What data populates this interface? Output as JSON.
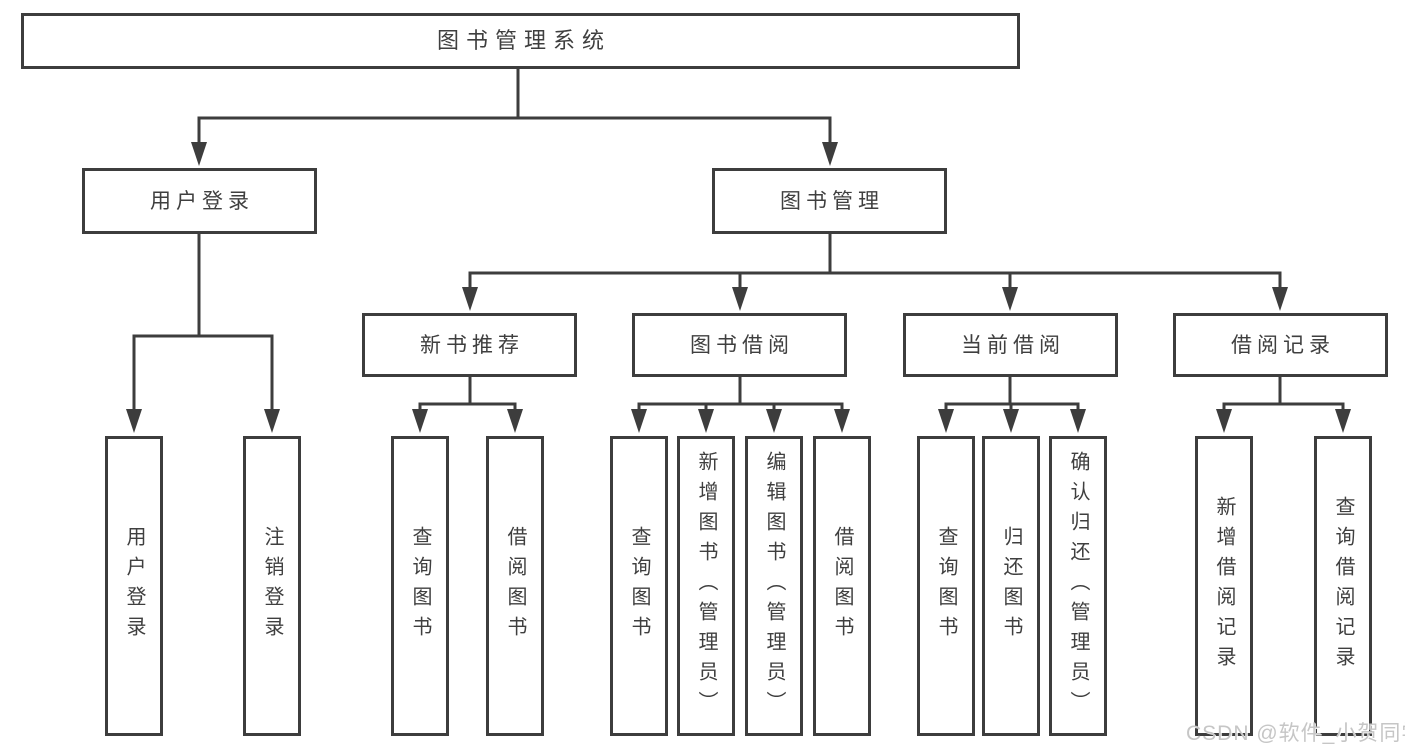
{
  "colors": {
    "line": "#3d3d3d",
    "text": "#3f3f3f",
    "background": "#ffffff",
    "watermark": "#c6c6c6"
  },
  "watermark": {
    "text": "CSDN @软件_小贺同学"
  },
  "tree": {
    "root": {
      "label": "图书管理系统"
    },
    "children": [
      {
        "label": "用户登录",
        "children": [
          {
            "label": "用户登录"
          },
          {
            "label": "注销登录"
          }
        ]
      },
      {
        "label": "图书管理",
        "children": [
          {
            "label": "新书推荐",
            "children": [
              {
                "label": "查询图书"
              },
              {
                "label": "借阅图书"
              }
            ]
          },
          {
            "label": "图书借阅",
            "children": [
              {
                "label": "查询图书"
              },
              {
                "label": "新增图书（管理员）"
              },
              {
                "label": "编辑图书（管理员）"
              },
              {
                "label": "借阅图书"
              }
            ]
          },
          {
            "label": "当前借阅",
            "children": [
              {
                "label": "查询图书"
              },
              {
                "label": "归还图书"
              },
              {
                "label": "确认归还（管理员）"
              }
            ]
          },
          {
            "label": "借阅记录",
            "children": [
              {
                "label": "新增借阅记录"
              },
              {
                "label": "查询借阅记录"
              }
            ]
          }
        ]
      }
    ]
  }
}
